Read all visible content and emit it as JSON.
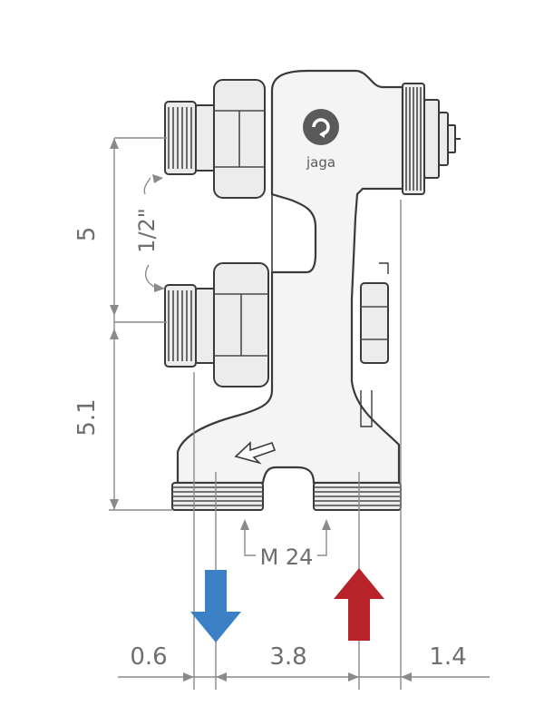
{
  "brand": {
    "name": "jaga"
  },
  "labels": {
    "thread_half_inch": "1/2\"",
    "thread_m24": "M 24"
  },
  "dimensions": {
    "upper_spacing": "5",
    "lower_spacing": "5.1",
    "left_offset": "0.6",
    "center_spacing": "3.8",
    "right_offset": "1.4"
  },
  "flow": {
    "return_color": "#3b7fc4",
    "supply_color": "#b8232a"
  }
}
